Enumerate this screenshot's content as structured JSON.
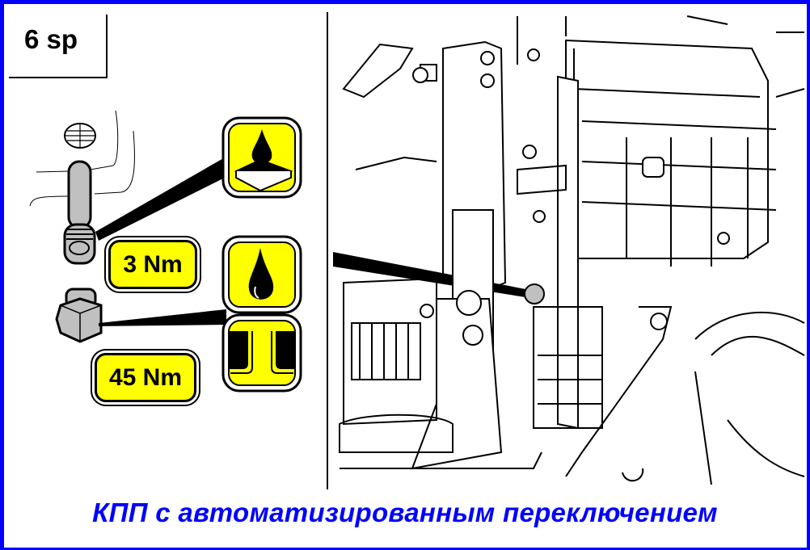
{
  "variant_label": "6 sp",
  "torque_values": {
    "bolt": "3 Nm",
    "drain_plug": "45 Nm"
  },
  "icons": [
    "sealant-on-surface-icon",
    "oil-drop-icon",
    "seal-washer-icon"
  ],
  "caption": "КПП с автоматизированным переключением",
  "colors": {
    "frame": "#0000ff",
    "icon_fill": "#ffff00",
    "caption": "#0000ff"
  }
}
